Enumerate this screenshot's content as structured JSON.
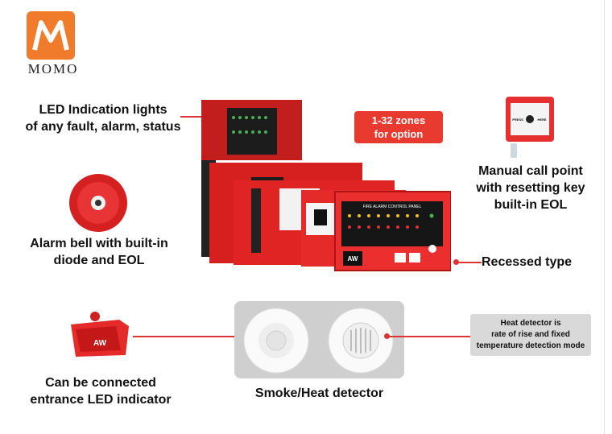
{
  "brand": {
    "logo_text": "MOMO"
  },
  "labels": {
    "led_line1": "LED Indication lights",
    "led_line2": "of any fault, alarm, status",
    "zones_line1": "1-32 zones",
    "zones_line2": "for option",
    "mcp_line1": "Manual call point",
    "mcp_line2": "with resetting key",
    "mcp_line3": "built-in EOL",
    "bell_line1": "Alarm bell with built-in",
    "bell_line2": "diode and EOL",
    "recessed": "Recessed type",
    "entrance_line1": "Can be connected",
    "entrance_line2": "entrance LED indicator",
    "detector": "Smoke/Heat detector",
    "heat_line1": "Heat detector is",
    "heat_line2": "rate of rise and fixed",
    "heat_line3": "temperature detection mode"
  },
  "panel": {
    "title": "FIRE ALARM CONTROL PANEL",
    "brand_mark": "AW"
  },
  "call_point": {
    "press_text": "PRESS",
    "here_text": "HERE"
  },
  "colors": {
    "accent_red": "#e83a2f",
    "logo_orange": "#f07b2a"
  }
}
